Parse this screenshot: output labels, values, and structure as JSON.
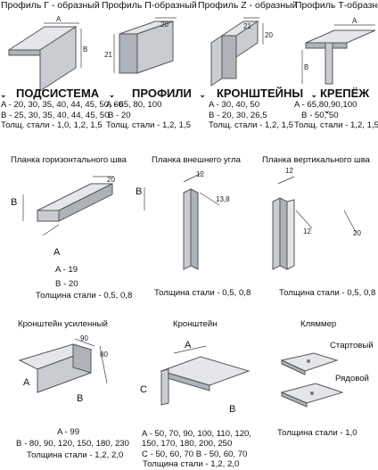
{
  "profiles": {
    "g": {
      "title": "Профиль Г - образный",
      "dims": {
        "a": "A",
        "b": "B"
      }
    },
    "p": {
      "title": "Профиль П-образный",
      "dims": {
        "h": "21",
        "w": "20"
      }
    },
    "z": {
      "title": "Профиль Z - образный",
      "dims": {
        "a": "21",
        "b": "20"
      }
    },
    "t": {
      "title": "Профиль Т-образный",
      "dims": {
        "a": "A",
        "b": "B"
      }
    }
  },
  "nav": {
    "podsistema": {
      "label": "ПОДСИСТЕМА",
      "chevron": "chevron-down-icon"
    },
    "profili": {
      "label": "ПРОФИЛИ",
      "chevron": "chevron-down-icon"
    },
    "kronshteiny": {
      "label": "КРОНШТЕЙНЫ",
      "chevron": "chevron-down-icon"
    },
    "krepezh": {
      "label": "КРЕПЁЖ",
      "chevron": "chevron-down-icon"
    }
  },
  "specs": {
    "g": {
      "line1": "A - 20, 30, 35, 40, 44, 45, 50, 60",
      "line2": "B - 25, 30, 35, 40, 44, 45, 50",
      "line3": "Толщ. стали - 1,0, 1,2, 1,5"
    },
    "p": {
      "line1": "A - 65, 80, 100",
      "line2": "B - 20",
      "line3": "Толщ. стали - 1,2, 1,5"
    },
    "z": {
      "line1": "A - 30, 40, 50",
      "line2": "B - 20, 30, 26,5",
      "line3": "Толщ. стали - 1,2, 1,5"
    },
    "t": {
      "line1": "A - 65,80,90,100",
      "line2": "B - 50, 50",
      "line3": "Толщ. стали - 1,2, 1,5"
    }
  },
  "planki": {
    "horizontal": {
      "title": "Планка горизонтального шва",
      "dim_top": "20",
      "dim_a": "A",
      "dim_b": "B",
      "a": "A - 19",
      "b": "B - 20",
      "thickness": "Толщина стали - 0,5, 0,8"
    },
    "corner": {
      "title": "Планка внешнего угла",
      "dim_top": "12",
      "dim_side": "13,8",
      "dim_b": "B",
      "thickness": "Толщина стали - 0,5, 0,8"
    },
    "vertical": {
      "title": "Планка вертикального шва",
      "dim_top": "12",
      "dim_mid": "12",
      "dim_side": "20",
      "thickness": "Толщина стали - 0,5, 0,8"
    }
  },
  "brackets": {
    "reinforced": {
      "title": "Кронштейн усиленный",
      "dim_top": "90",
      "dim_side": "80",
      "dim_a": "A",
      "dim_b": "B",
      "a": "A - 99",
      "b": "B - 80, 90, 120, 150, 180, 230",
      "thickness": "Толщина стали - 1,2, 2,0"
    },
    "standard": {
      "title": "Кронштейн",
      "dim_a": "A",
      "dim_b": "B",
      "dim_c": "C",
      "a": "A - 50, 70, 90, 100, 110, 120,",
      "a2": "150, 170, 180, 200, 250",
      "c": "C - 50, 60, 70   B - 50, 60, 70",
      "thickness": "Толщина стали - 1,2, 2,0"
    },
    "klyammer": {
      "title": "Кляммер",
      "starter": "Стартовый",
      "row": "Рядовой",
      "thickness": "Толщина стали - 1,0"
    }
  }
}
